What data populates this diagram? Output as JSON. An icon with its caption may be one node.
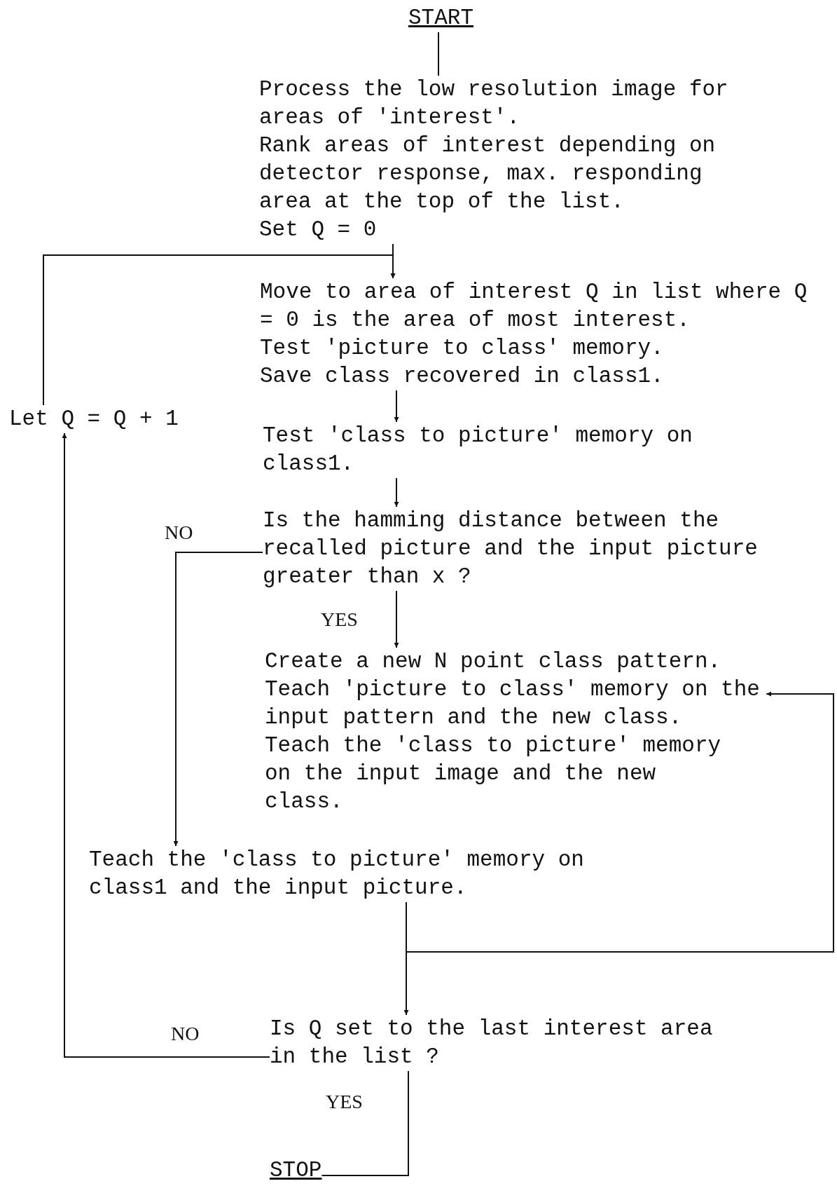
{
  "diagram": {
    "nodes": [
      {
        "text": [
          "START"
        ]
      },
      {
        "text": [
          "Process the low resolution image for areas of 'interest'.",
          "Rank areas of interest depending on detector response, max. responding area at the top of the list.",
          "Set Q = 0"
        ]
      },
      {
        "text": [
          "Move to area of interest Q in list where Q = 0 is the area of most interest.",
          "Test 'picture to class' memory.",
          "Save class recovered in class1."
        ]
      },
      {
        "text": [
          "Let Q = Q + 1"
        ]
      },
      {
        "text": [
          "Test 'class to picture' memory on class1."
        ]
      },
      {
        "text": [
          "Is the hamming distance between the recalled picture and the input picture greater than x ?"
        ]
      },
      {
        "text": [
          "Create a new N point class pattern.",
          "Teach 'picture to class' memory on the input pattern and the new class.",
          "Teach the 'class to picture' memory on the input image and the new class."
        ]
      },
      {
        "text": [
          "Teach the 'class to picture' memory on class1 and the input picture."
        ]
      },
      {
        "text": [
          "Is Q set to the last interest area in the list ?"
        ]
      },
      {
        "text": [
          "STOP"
        ]
      }
    ],
    "edges": [
      {
        "from": 0,
        "to": 1,
        "arrow": "none"
      },
      {
        "from": 1,
        "to": 2,
        "arrow": "to"
      },
      {
        "from": 3,
        "to": 2,
        "arrow": "to"
      },
      {
        "from": 2,
        "to": 4,
        "arrow": "to"
      },
      {
        "from": 4,
        "to": 5,
        "arrow": "to"
      },
      {
        "from": 5,
        "to": 6,
        "arrow": "to",
        "label": "YES"
      },
      {
        "from": 5,
        "to": 7,
        "arrow": "to",
        "label": "NO"
      },
      {
        "from": 7,
        "to": 8,
        "arrow": "to"
      },
      {
        "from": 7,
        "to": 6,
        "arrow": "to"
      },
      {
        "from": 8,
        "to": 3,
        "arrow": "to",
        "label": "NO"
      },
      {
        "from": 8,
        "to": 9,
        "arrow": "none",
        "label": "YES"
      }
    ]
  }
}
